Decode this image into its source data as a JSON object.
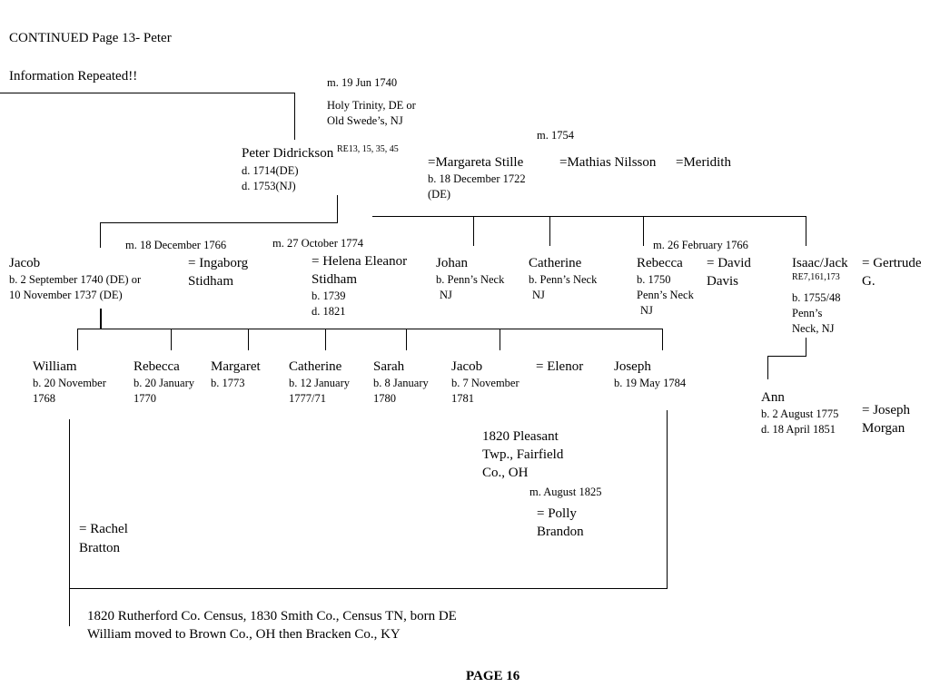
{
  "header": {
    "continued": "CONTINUED Page 13- Peter",
    "repeated": "Information Repeated!!"
  },
  "peter_marriage": {
    "date": "m. 19 Jun 1740",
    "place_1": "Holy Trinity, DE or",
    "place_2": "Old Swede’s, NJ"
  },
  "peter": {
    "name": "Peter Didrickson",
    "refs": "RE13, 15, 35, 45",
    "death_1": "d. 1714(DE)",
    "death_2": "d. 1753(NJ)"
  },
  "margareta": {
    "name": "=Margareta Stille",
    "birth_1": "b. 18 December 1722",
    "birth_2": "(DE)",
    "marriage_date": "m. 1754",
    "spouse2": "=Mathias Nilsson",
    "spouse3": "=Meridith"
  },
  "jacob_sr": {
    "name": "Jacob",
    "birth_1": "b. 2 September 1740 (DE) or",
    "birth_2": "10 November 1737 (DE)",
    "marriage1_date": "m. 18 December 1766",
    "spouse1_line1": "= Ingaborg",
    "spouse1_line2": "Stidham",
    "marriage2_date": "m. 27 October 1774",
    "spouse2_line1": "= Helena Eleanor",
    "spouse2_line2": "Stidham",
    "spouse2_birth": "b. 1739",
    "spouse2_death": "d. 1821"
  },
  "johan": {
    "name": "Johan",
    "birth_1": "b. Penn’s Neck",
    "birth_2": "NJ"
  },
  "catherine_sr": {
    "name": "Catherine",
    "birth_1": "b. Penn’s Neck",
    "birth_2": "NJ"
  },
  "rebecca_sr": {
    "name": "Rebecca",
    "birth_1": "b. 1750",
    "birth_2": "Penn’s Neck",
    "birth_3": "NJ",
    "marriage_date": "m. 26 February 1766",
    "spouse_line1": "= David",
    "spouse_line2": "Davis"
  },
  "isaac": {
    "name": "Isaac/Jack",
    "refs": "RE7,161,173",
    "birth_1": "b. 1755/48",
    "birth_2": "Penn’s",
    "birth_3": "Neck, NJ",
    "spouse_line1": "= Gertrude",
    "spouse_line2": "G."
  },
  "ann": {
    "name": "Ann",
    "birth": "b. 2 August 1775",
    "death": "d. 18 April 1851",
    "spouse_line1": "= Joseph",
    "spouse_line2": "Morgan"
  },
  "children": {
    "william": {
      "name": "William",
      "line1": "b. 20 November",
      "line2": "1768"
    },
    "rebecca": {
      "name": "Rebecca",
      "line1": "b. 20 January",
      "line2": "1770"
    },
    "margaret": {
      "name": "Margaret",
      "line1": "b. 1773"
    },
    "catherine": {
      "name": "Catherine",
      "line1": "b. 12 January",
      "line2": "1777/71"
    },
    "sarah": {
      "name": "Sarah",
      "line1": "b. 8 January",
      "line2": "1780"
    },
    "jacob": {
      "name": "Jacob",
      "line1": "b. 7 November",
      "line2": "1781",
      "spouse": "= Elenor"
    },
    "joseph": {
      "name": "Joseph",
      "line1": "b. 19 May 1784"
    }
  },
  "joseph_notes": {
    "place_1": "1820 Pleasant",
    "place_2": "Twp., Fairfield",
    "place_3": "Co., OH",
    "marriage_date": "m. August 1825",
    "spouse_line1": "= Polly",
    "spouse_line2": "Brandon"
  },
  "william_notes": {
    "spouse_line1": "= Rachel",
    "spouse_line2": "Bratton",
    "census": "1820 Rutherford Co. Census, 1830 Smith Co., Census TN, born DE",
    "moved": "William moved to Brown Co., OH then Bracken Co., KY"
  },
  "footer": {
    "page": "PAGE 16"
  }
}
